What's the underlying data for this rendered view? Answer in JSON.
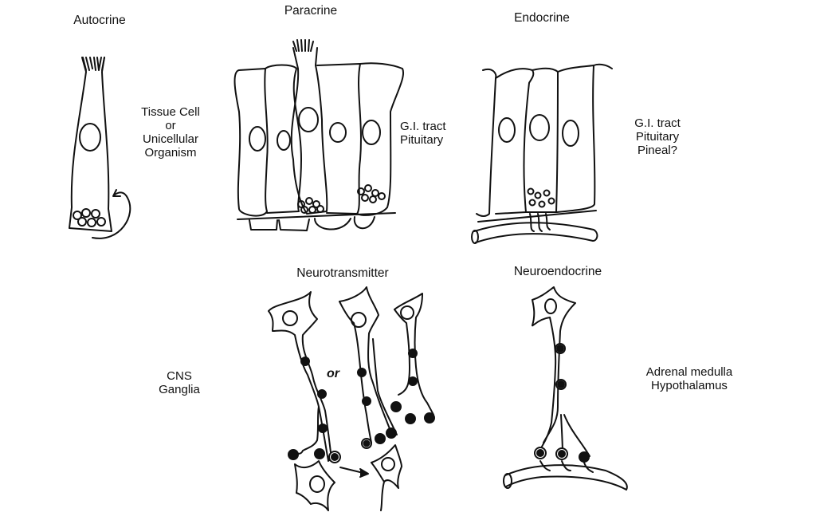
{
  "diagram": {
    "panels": [
      {
        "id": "autocrine",
        "title": "Autocrine",
        "location": [
          "Tissue Cell",
          "or",
          "Unicellular",
          "Organism"
        ]
      },
      {
        "id": "paracrine",
        "title": "Paracrine",
        "location": [
          "G.I. tract",
          "Pituitary"
        ]
      },
      {
        "id": "endocrine",
        "title": "Endocrine",
        "location": [
          "G.I. tract",
          "Pituitary",
          "Pineal?"
        ]
      },
      {
        "id": "neurotransmitter",
        "title": "Neurotransmitter",
        "connector": "or",
        "location": [
          "CNS",
          "Ganglia"
        ]
      },
      {
        "id": "neuroendocrine",
        "title": "Neuroendocrine",
        "location": [
          "Adrenal medulla",
          "Hypothalamus"
        ]
      }
    ]
  }
}
